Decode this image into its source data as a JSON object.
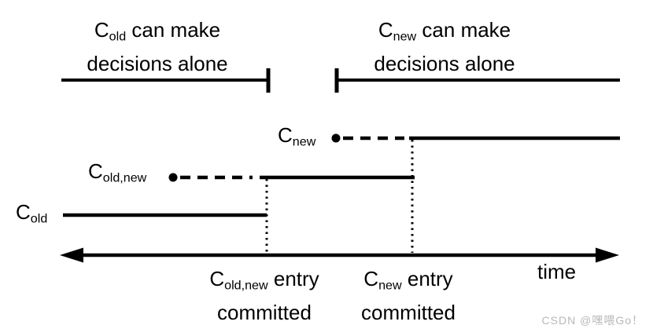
{
  "colors": {
    "ink": "#000000",
    "watermark": "#b8b8b8"
  },
  "annotations": {
    "old_alone": {
      "c": "C",
      "sub": "old",
      "rest": " can make",
      "line2": "decisions alone"
    },
    "new_alone": {
      "c": "C",
      "sub": "new",
      "rest": " can make",
      "line2": "decisions alone"
    }
  },
  "series": {
    "c_new": {
      "c": "C",
      "sub": "new"
    },
    "c_old_new": {
      "c": "C",
      "sub": "old,new"
    },
    "c_old": {
      "c": "C",
      "sub": "old"
    }
  },
  "events": {
    "old_new_committed": {
      "c": "C",
      "sub": "old,new",
      "rest": " entry",
      "line2": "committed"
    },
    "new_committed": {
      "c": "C",
      "sub": "new",
      "rest": " entry",
      "line2": "committed"
    }
  },
  "axis": {
    "time_label": "time"
  },
  "watermark": "CSDN @嘿喂Go！"
}
